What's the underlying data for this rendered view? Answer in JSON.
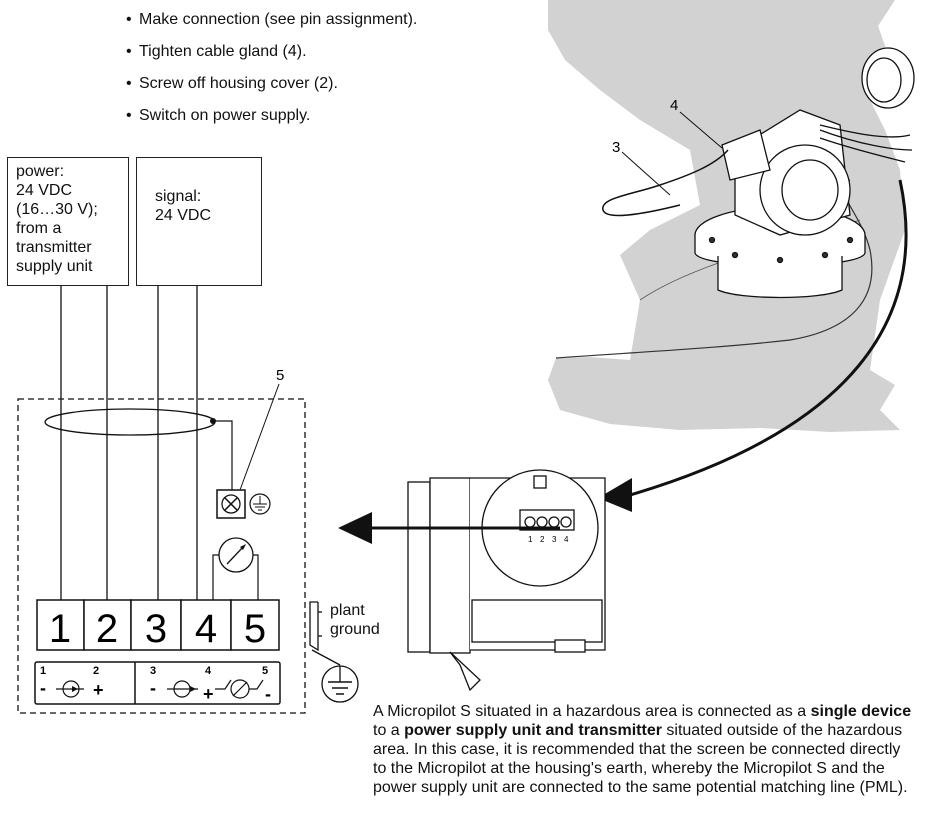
{
  "instructions": [
    "Make connection (see pin assignment).",
    "Tighten cable gland (4).",
    "Screw off housing cover (2).",
    "Switch on power supply."
  ],
  "bullet_symbol": "•",
  "power_box": "power:\n24 VDC\n(16…30 V);\nfrom a\ntransmitter\nsupply unit",
  "signal_box": "signal:\n24 VDC",
  "callouts": {
    "c3": "3",
    "c4": "4",
    "c5": "5"
  },
  "terminals": [
    "1",
    "2",
    "3",
    "4",
    "5"
  ],
  "pin_legend": {
    "numbers": [
      "1",
      "2",
      "3",
      "4",
      "5"
    ],
    "minus": "-",
    "plus": "+"
  },
  "board_pins": [
    "1",
    "2",
    "3",
    "4"
  ],
  "ground_label": "plant\nground",
  "description": {
    "p1": "A Micropilot S situated in a hazardous area is connected as a ",
    "b1": "single device",
    "p2": " to a ",
    "b2": "power supply unit and transmitter",
    "p3": " situated outside of the hazardous area. In this case, it is recommended that the screen be connected directly to the Micropilot at the housing's earth, whereby the Micropilot S and the power supply unit are connected to the same potential matching line (PML)."
  },
  "colors": {
    "tank_fill": "#d2d2d2",
    "line": "#111111"
  }
}
